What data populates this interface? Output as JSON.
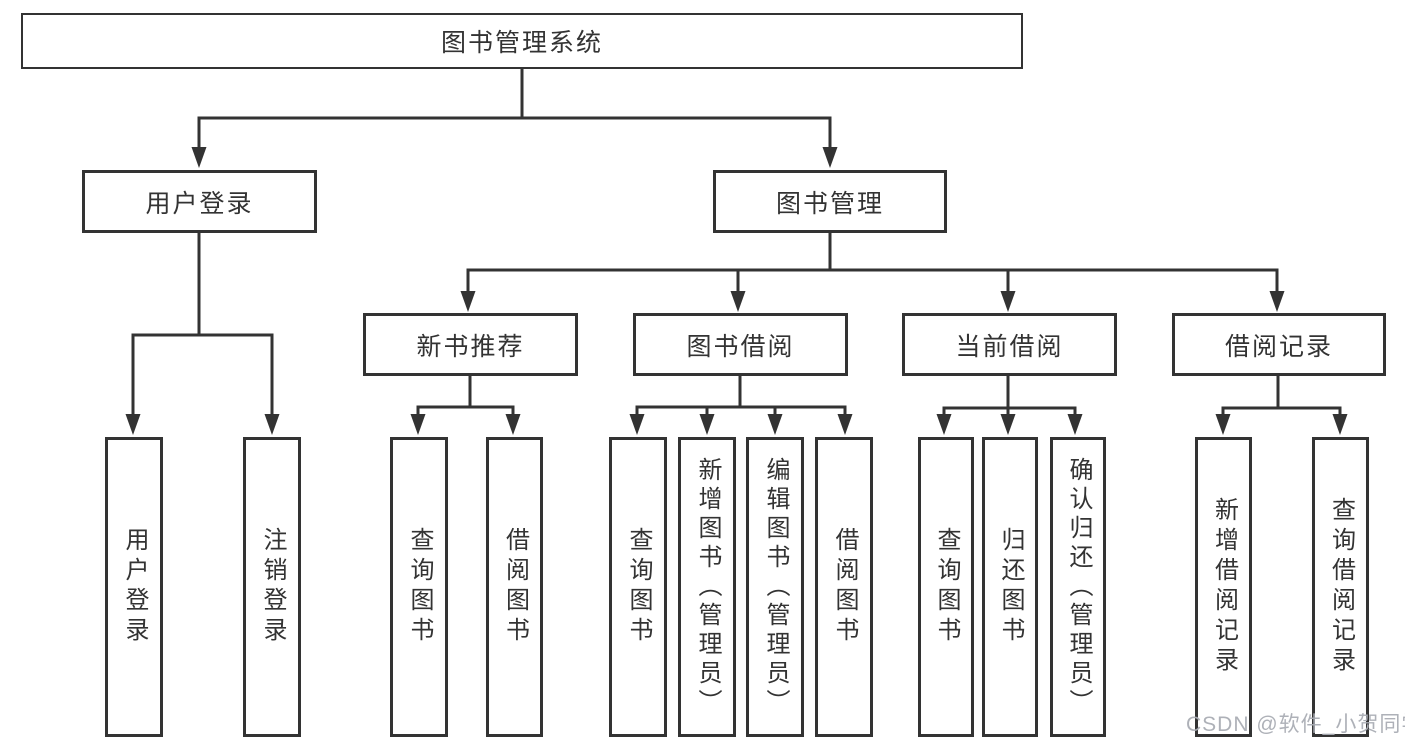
{
  "title": "图书管理系统",
  "level2": {
    "user": "用户登录",
    "book": "图书管理"
  },
  "user_children": {
    "login": "用户登录",
    "logout": "注销登录"
  },
  "sections": {
    "new_book": {
      "label": "新书推荐",
      "children": {
        "query": "查询图书",
        "borrow": "借阅图书"
      }
    },
    "book_borrow": {
      "label": "图书借阅",
      "children": {
        "query": "查询图书",
        "add": "新增图书（管理员）",
        "edit": "编辑图书（管理员）",
        "borrow": "借阅图书"
      }
    },
    "current_borrow": {
      "label": "当前借阅",
      "children": {
        "query": "查询图书",
        "return": "归还图书",
        "confirm": "确认归还（管理员）"
      }
    },
    "borrow_record": {
      "label": "借阅记录",
      "children": {
        "add": "新增借阅记录",
        "query": "查询借阅记录"
      }
    }
  },
  "watermark": "CSDN @软件_小贺同学",
  "colors": {
    "line": "#333333",
    "text": "#333333",
    "watermark": "#aaadb4",
    "background": "#ffffff"
  }
}
